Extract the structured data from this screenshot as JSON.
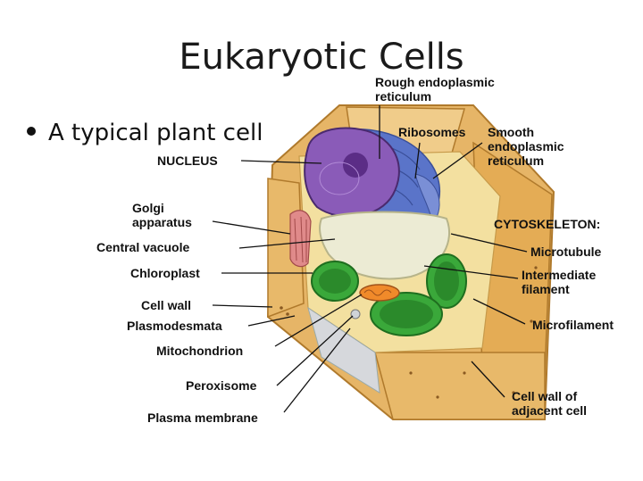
{
  "slide": {
    "title": "Eukaryotic Cells",
    "bullet": "A typical plant cell"
  },
  "labels": {
    "rough_er_1": "Rough endoplasmic",
    "rough_er_2": "reticulum",
    "ribosomes": "Ribosomes",
    "smooth_er_1": "Smooth",
    "smooth_er_2": "endoplasmic",
    "smooth_er_3": "reticulum",
    "nucleus": "NUCLEUS",
    "golgi_1": "Golgi",
    "golgi_2": "apparatus",
    "central_vacuole": "Central vacuole",
    "chloroplast": "Chloroplast",
    "cell_wall": "Cell wall",
    "plasmodesmata": "Plasmodesmata",
    "mitochondrion": "Mitochondrion",
    "peroxisome": "Peroxisome",
    "plasma_membrane": "Plasma membrane",
    "cytoskeleton": "CYTOSKELETON:",
    "microtubule": "Microtubule",
    "intermediate_1": "Intermediate",
    "intermediate_2": "filament",
    "microfilament": "Microfilament",
    "adjacent_1": "Cell wall of",
    "adjacent_2": "adjacent cell"
  },
  "colors": {
    "cell_wall": "#e8b96a",
    "cell_wall_dark": "#c98f3c",
    "cytoplasm": "#f3e3a8",
    "nucleus": "#8a5bb8",
    "nucleolus": "#5b2d86",
    "rough_er": "#5a74c9",
    "vacuole": "#ecebd4",
    "chloroplast": "#3aa83a",
    "golgi": "#e08a8a",
    "mitochondrion": "#f08a2a",
    "leader_line": "#111111"
  }
}
